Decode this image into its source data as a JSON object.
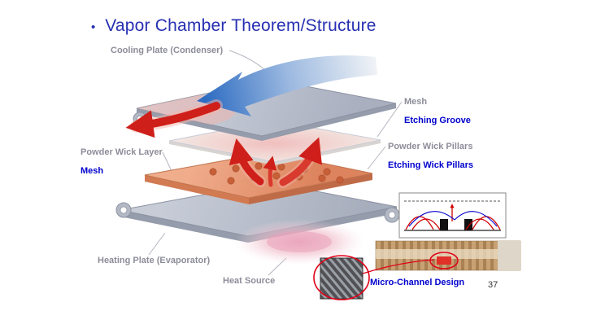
{
  "slide": {
    "bullet": "•",
    "title": "Vapor Chamber Theorem/Structure",
    "page_number": "37"
  },
  "labels": {
    "cooling_plate": "Cooling Plate (Condenser)",
    "mesh_top": "Mesh",
    "etching_groove": "Etching Groove",
    "powder_wick_pillars": "Powder Wick Pillars",
    "etching_wick_pillars": "Etching Wick Pillars",
    "powder_wick_layer": "Powder Wick Layer",
    "mesh_left": "Mesh",
    "heating_plate": "Heating Plate (Evaporator)",
    "heat_source": "Heat Source",
    "micro_channel_design": "Micro-Channel Design"
  },
  "colors": {
    "title_blue": "#2630b2",
    "label_gray": "#8d8d9a",
    "label_blue": "#0000cd",
    "plate_gray": "#b4bac7",
    "wick_orange": "#e6986f",
    "airflow_blue": "#2d6cc2",
    "heat_red": "#cf1f1a",
    "heat_source_pink": "#eeb4c6",
    "annotation_red": "#e00018"
  }
}
